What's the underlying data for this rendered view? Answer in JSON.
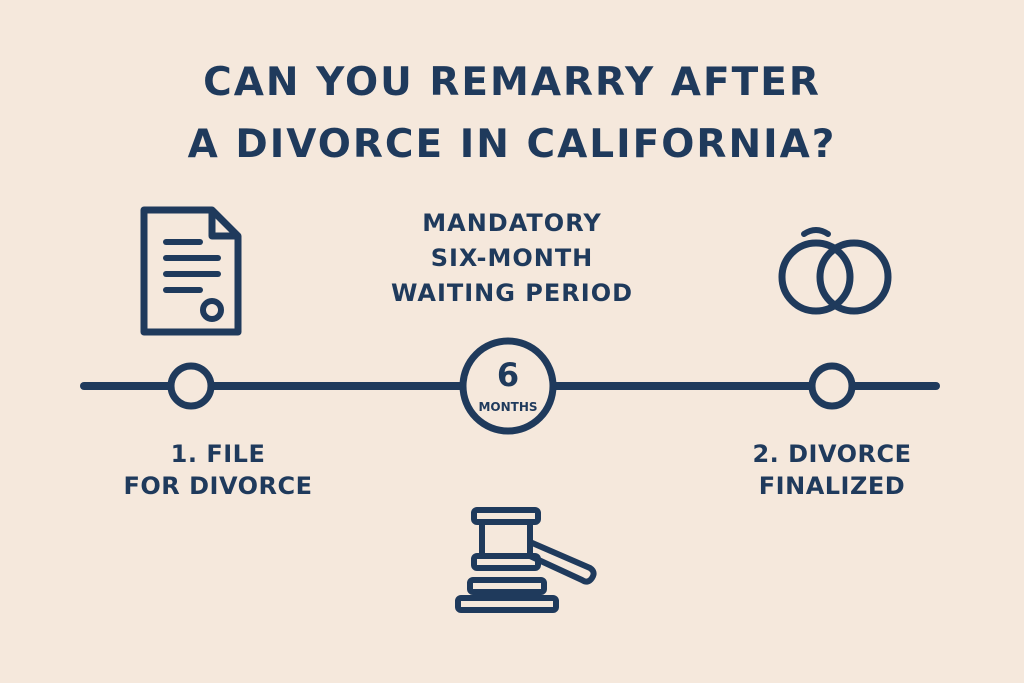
{
  "title": {
    "line1": "CAN YOU REMARRY AFTER",
    "line2": "A DIVORCE IN CALIFORNIA?"
  },
  "waiting_period": {
    "line1": "MANDATORY",
    "line2": "SIX-MONTH",
    "line3": "WAITING PERIOD"
  },
  "badge": {
    "number": "6",
    "unit": "MONTHS"
  },
  "steps": [
    {
      "line1": "1. FILE",
      "line2": "FOR DIVORCE"
    },
    {
      "line1": "2. DIVORCE",
      "line2": "FINALIZED"
    }
  ],
  "icons": {
    "document": "document-icon",
    "rings": "wedding-rings-icon",
    "gavel": "gavel-icon"
  },
  "colors": {
    "background": "#f5e8dc",
    "ink": "#1f3a5c"
  }
}
